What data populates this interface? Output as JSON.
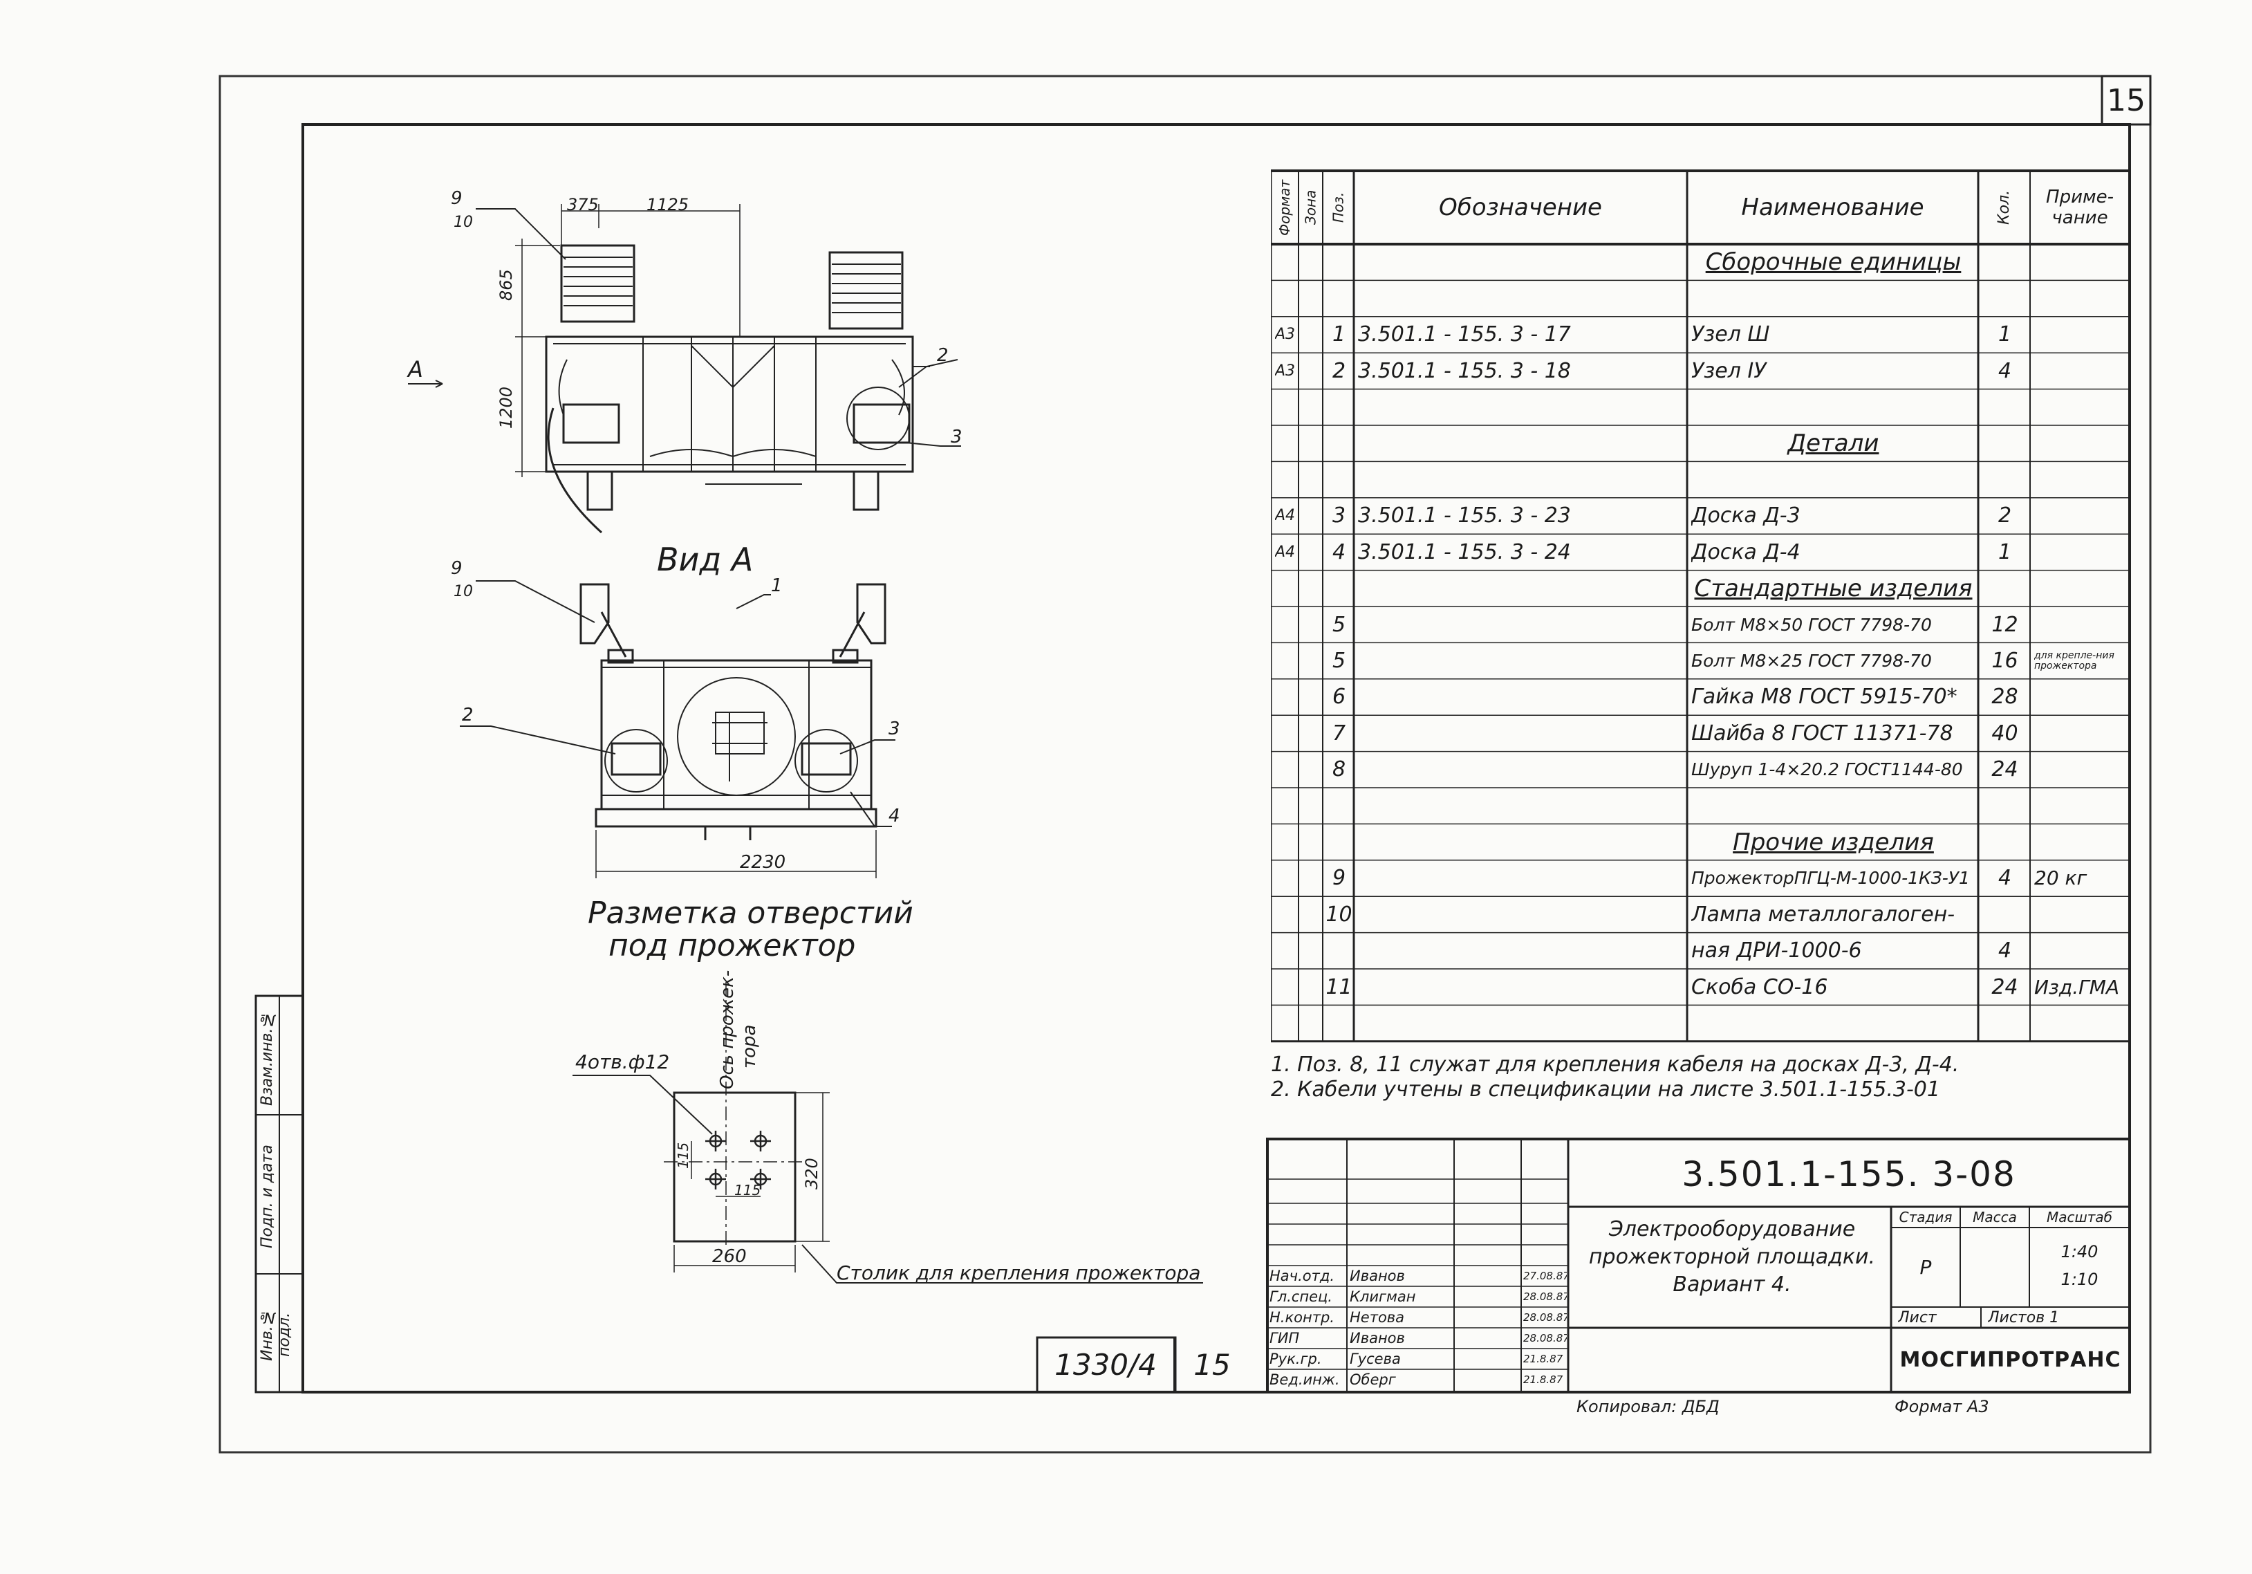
{
  "sheet_number": "15",
  "left_drawing": {
    "dims": {
      "d375": "375",
      "d1125": "1125",
      "d865": "865",
      "d1200": "1200",
      "d2230": "2230",
      "d260": "260",
      "d320": "320",
      "d115a": "115",
      "d115b": "115"
    },
    "callouts": {
      "c9a": "9",
      "c10a": "10",
      "c2a": "2",
      "c3a": "3",
      "c9b": "9",
      "c10b": "10",
      "c1": "1",
      "c2b": "2",
      "c3b": "3",
      "c4": "4"
    },
    "view_marker": "А",
    "view_a_title": "Вид А",
    "marking_title_line1": "Разметка отверстий",
    "marking_title_line2": "под прожектор",
    "holes_label": "4отв.ф12",
    "axis_label_line1": "Ось прожек-",
    "axis_label_line2": "тора",
    "table_stand_label": "Столик для крепления прожектора"
  },
  "stamp_left": [
    "Инв.№ подл.",
    "Подп. и дата",
    "Взам.инв.№"
  ],
  "spec_table": {
    "headers": {
      "format": "Формат",
      "zone": "Зона",
      "pos": "Поз.",
      "designation": "Обозначение",
      "name": "Наименование",
      "qty": "Кол.",
      "note": "Приме-чание"
    },
    "rows": [
      {
        "format": "",
        "pos": "",
        "designation": "",
        "name": "Сборочные единицы",
        "qty": "",
        "note": ""
      },
      {
        "format": "",
        "pos": "",
        "designation": "",
        "name": "",
        "qty": "",
        "note": ""
      },
      {
        "format": "А3",
        "pos": "1",
        "designation": "3.501.1 - 155. 3 - 17",
        "name": "Узел Ш",
        "qty": "1",
        "note": ""
      },
      {
        "format": "А3",
        "pos": "2",
        "designation": "3.501.1 - 155. 3 - 18",
        "name": "Узел IУ",
        "qty": "4",
        "note": ""
      },
      {
        "format": "",
        "pos": "",
        "designation": "",
        "name": "",
        "qty": "",
        "note": ""
      },
      {
        "format": "",
        "pos": "",
        "designation": "",
        "name": "Детали",
        "qty": "",
        "note": ""
      },
      {
        "format": "",
        "pos": "",
        "designation": "",
        "name": "",
        "qty": "",
        "note": ""
      },
      {
        "format": "А4",
        "pos": "3",
        "designation": "3.501.1 - 155. 3 - 23",
        "name": "Доска Д-3",
        "qty": "2",
        "note": ""
      },
      {
        "format": "А4",
        "pos": "4",
        "designation": "3.501.1 - 155. 3 - 24",
        "name": "Доска Д-4",
        "qty": "1",
        "note": ""
      },
      {
        "format": "",
        "pos": "",
        "designation": "",
        "name": "Стандартные изделия",
        "qty": "",
        "note": ""
      },
      {
        "format": "",
        "pos": "5",
        "designation": "",
        "name": "Болт М8×50 ГОСТ 7798-70",
        "qty": "12",
        "note": ""
      },
      {
        "format": "",
        "pos": "5",
        "designation": "",
        "name": "Болт М8×25 ГОСТ 7798-70",
        "qty": "16",
        "note": "для крепле-ния прожектора"
      },
      {
        "format": "",
        "pos": "6",
        "designation": "",
        "name": "Гайка М8 ГОСТ 5915-70*",
        "qty": "28",
        "note": ""
      },
      {
        "format": "",
        "pos": "7",
        "designation": "",
        "name": "Шайба 8 ГОСТ 11371-78",
        "qty": "40",
        "note": ""
      },
      {
        "format": "",
        "pos": "8",
        "designation": "",
        "name": "Шуруп 1-4×20.2 ГОСТ1144-80",
        "qty": "24",
        "note": ""
      },
      {
        "format": "",
        "pos": "",
        "designation": "",
        "name": "",
        "qty": "",
        "note": ""
      },
      {
        "format": "",
        "pos": "",
        "designation": "",
        "name": "Прочие изделия",
        "qty": "",
        "note": ""
      },
      {
        "format": "",
        "pos": "9",
        "designation": "",
        "name": "ПрожекторПГЦ-М-1000-1КЗ-У1",
        "qty": "4",
        "note": "20 кг"
      },
      {
        "format": "",
        "pos": "10",
        "designation": "",
        "name": "Лампа металлогалоген-",
        "qty": "",
        "note": ""
      },
      {
        "format": "",
        "pos": "",
        "designation": "",
        "name": "ная ДРИ-1000-6",
        "qty": "4",
        "note": ""
      },
      {
        "format": "",
        "pos": "11",
        "designation": "",
        "name": "Скоба СО-16",
        "qty": "24",
        "note": "Изд.ГМА"
      },
      {
        "format": "",
        "pos": "",
        "designation": "",
        "name": "",
        "qty": "",
        "note": ""
      }
    ]
  },
  "notes": [
    "1. Поз. 8, 11 служат для крепления кабеля на досках Д-3, Д-4.",
    "2. Кабели учтены в спецификации на листе 3.501.1-155.3-01"
  ],
  "title_block": {
    "doc_code": "3.501.1-155. 3-08",
    "title_line1": "Электрооборудование",
    "title_line2": "прожекторной площадки.",
    "title_line3": "Вариант 4.",
    "stage_label": "Стадия",
    "mass_label": "Масса",
    "scale_label": "Масштаб",
    "stage_value": "Р",
    "scale_value1": "1:40",
    "scale_value2": "1:10",
    "sheet_label": "Лист",
    "sheets_label": "Листов 1",
    "organization": "МОСГИПРОТРАНС",
    "signers": [
      {
        "role": "Нач.отд.",
        "name": "Иванов",
        "date": "27.08.87"
      },
      {
        "role": "Гл.спец.",
        "name": "Клигман",
        "date": "28.08.87"
      },
      {
        "role": "Н.контр.",
        "name": "Нетова",
        "date": "28.08.87"
      },
      {
        "role": "ГИП",
        "name": "Иванов",
        "date": "28.08.87"
      },
      {
        "role": "Рук.гр.",
        "name": "Гусева",
        "date": "21.8.87"
      },
      {
        "role": "Вед.инж.",
        "name": "Оберг",
        "date": "21.8.87"
      }
    ]
  },
  "album_number": "1330/4",
  "album_page": "15",
  "copied_by": "Копировал: ДБД",
  "format_label": "Формат А3"
}
